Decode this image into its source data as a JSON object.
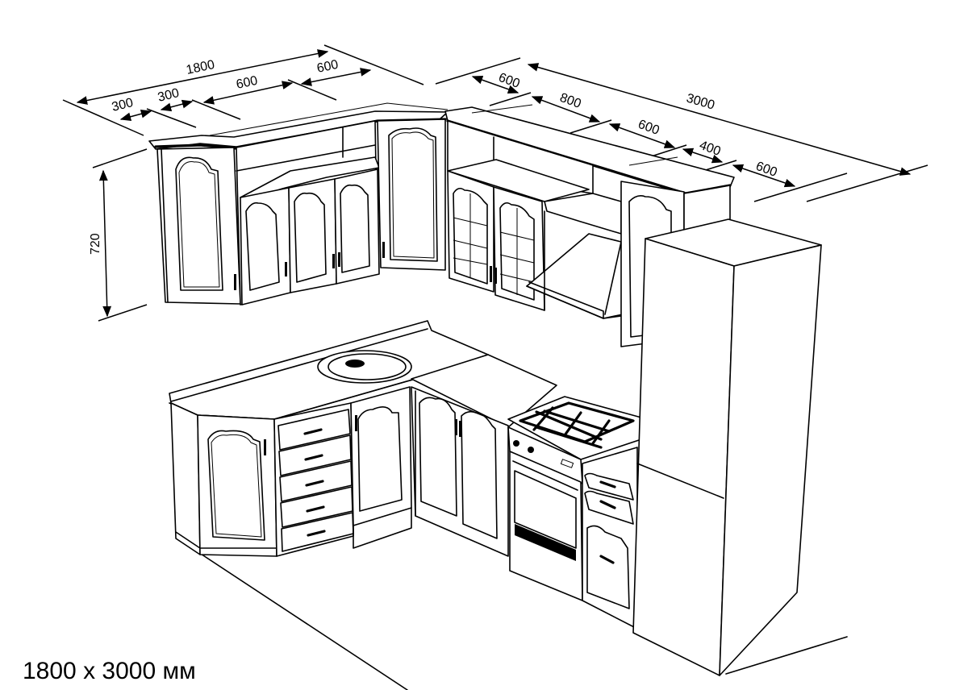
{
  "title": "Corner kitchen layout with dimensions",
  "caption": "1800 x 3000 мм",
  "units": "мм",
  "dimensions": {
    "left_wall_total": "1800",
    "left_wall_segments": [
      "300",
      "300",
      "600",
      "600"
    ],
    "right_wall_total": "3000",
    "right_wall_segments": [
      "600",
      "800",
      "600",
      "400",
      "600"
    ],
    "upper_cabinet_height": "720"
  },
  "colors": {
    "line": "#000000",
    "background": "#ffffff"
  }
}
